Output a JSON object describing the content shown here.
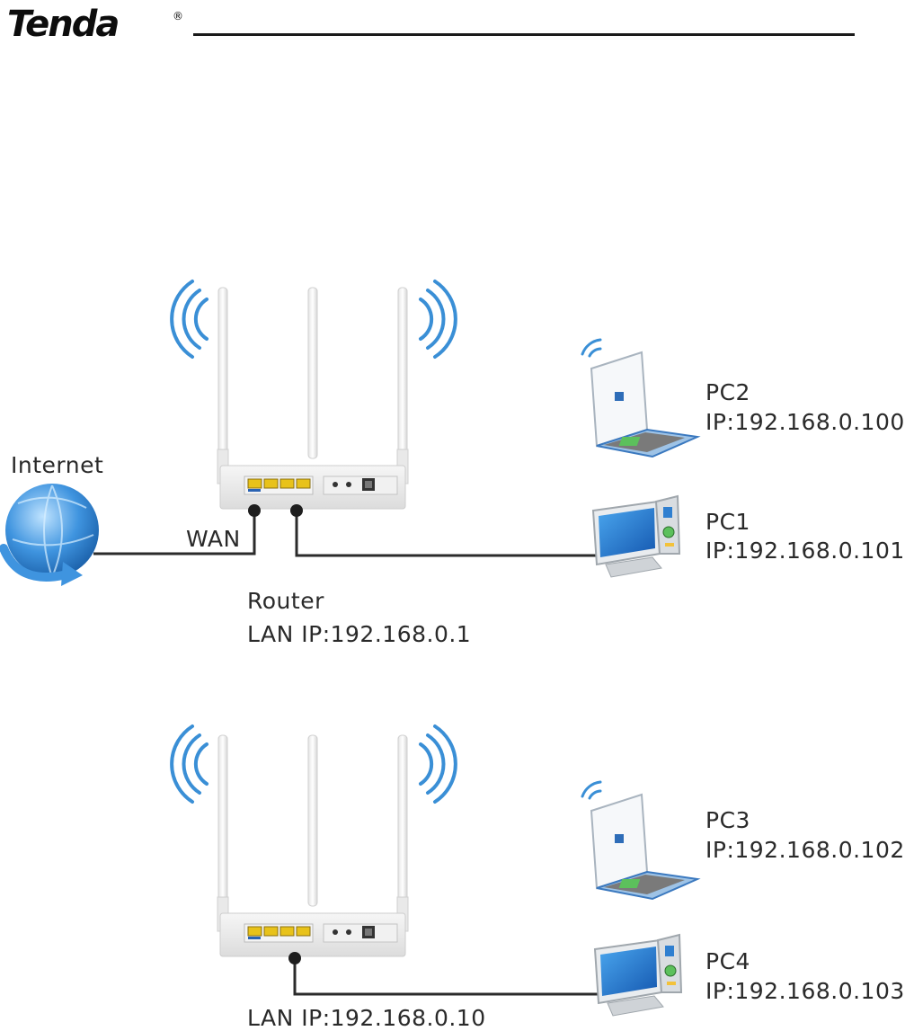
{
  "brand": {
    "name": "Tenda",
    "registered_mark": "®"
  },
  "topology_1": {
    "internet_label": "Internet",
    "wan_label": "WAN",
    "router_label": "Router",
    "router_ip": "LAN IP:192.168.0.1",
    "pc2_name": "PC2",
    "pc2_ip": "IP:192.168.0.100",
    "pc1_name": "PC1",
    "pc1_ip": "IP:192.168.0.101"
  },
  "topology_2": {
    "router_ip": "LAN IP:192.168.0.10",
    "pc3_name": "PC3",
    "pc3_ip": "IP:192.168.0.102",
    "pc4_name": "PC4",
    "pc4_ip": "IP:192.168.0.103"
  },
  "colors": {
    "brand": "#0d0d0d",
    "wifi_wave": "#3a8fd6",
    "port_yellow": "#e8c21a",
    "cable": "#2b2b2b",
    "monitor_screen": "#1f6fc8",
    "globe": "#3f94df"
  }
}
